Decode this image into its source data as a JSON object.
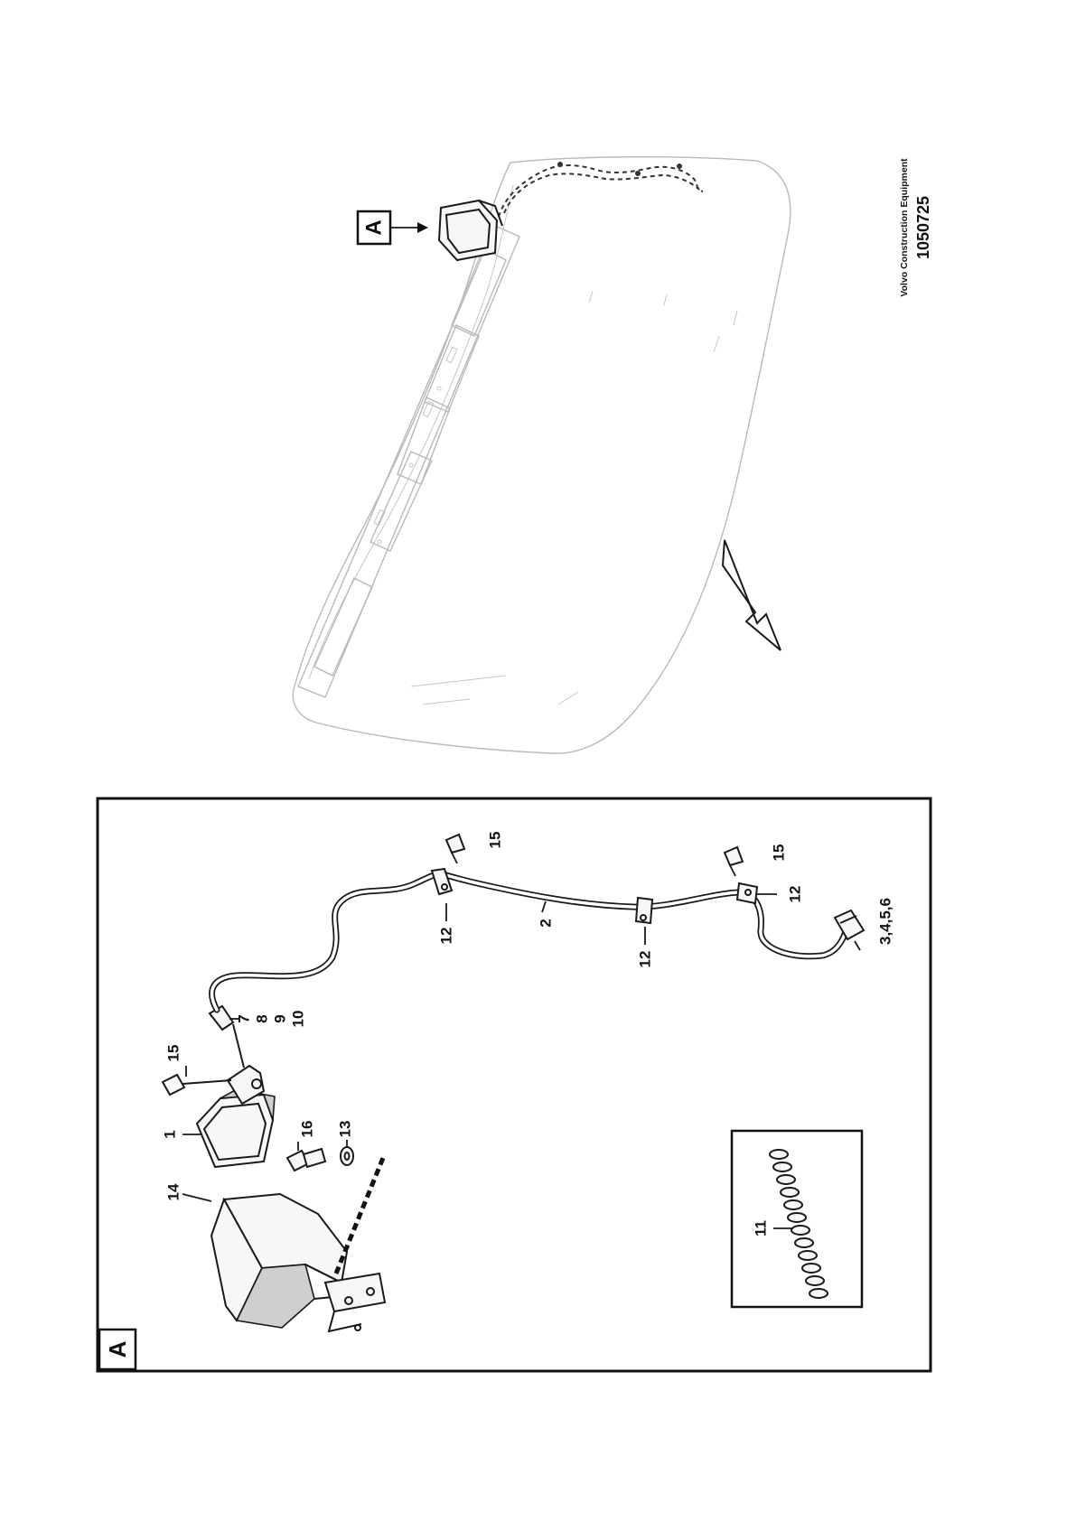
{
  "diagram": {
    "manufacturer": "Volvo Construction Equipment",
    "figure_number": "1050725",
    "overview": {
      "detail_callout": "A"
    },
    "detail_panel": {
      "label": "A",
      "parts": [
        {
          "label": "1"
        },
        {
          "label": "2"
        },
        {
          "label": "3,4,5,6"
        },
        {
          "label": "7"
        },
        {
          "label": "8"
        },
        {
          "label": "9"
        },
        {
          "label": "10"
        },
        {
          "label": "11"
        },
        {
          "label": "12",
          "occurrences": 3
        },
        {
          "label": "13"
        },
        {
          "label": "14"
        },
        {
          "label": "15",
          "occurrences": 3
        },
        {
          "label": "16"
        }
      ]
    }
  }
}
